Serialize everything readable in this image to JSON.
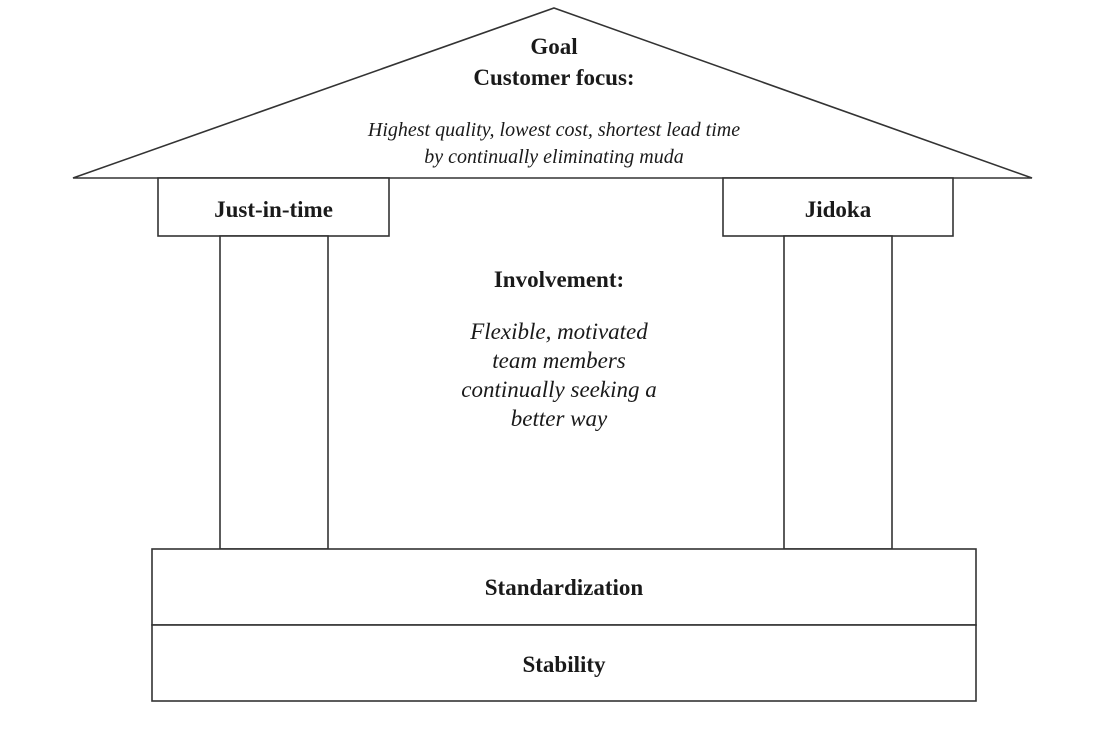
{
  "roof": {
    "goal": "Goal",
    "customer_focus": "Customer focus:",
    "line1": "Highest quality, lowest cost, shortest lead time",
    "line2": "by continually eliminating muda"
  },
  "pillars": {
    "left_cap": "Just-in-time",
    "right_cap": "Jidoka"
  },
  "center": {
    "heading": "Involvement:",
    "lines": [
      "Flexible, motivated",
      "team members",
      "continually seeking a",
      "better way"
    ]
  },
  "foundation": {
    "upper": "Standardization",
    "lower": "Stability"
  }
}
